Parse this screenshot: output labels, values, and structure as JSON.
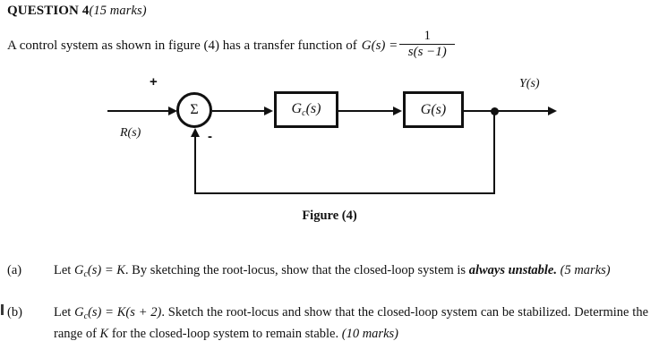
{
  "header": {
    "question_label": "QUESTION 4",
    "marks": "(15 marks)"
  },
  "intro": {
    "text_before": "A control system as shown in figure (4) has a transfer function of",
    "transfer_function": {
      "lhs": "G(s) =",
      "numerator": "1",
      "denominator": "s(s −1)"
    }
  },
  "diagram": {
    "input_label": "R(s)",
    "output_label": "Y(s)",
    "summing_junction_symbol": "Σ",
    "plus_sign": "+",
    "minus_sign": "-",
    "controller_block": {
      "main": "G",
      "sub": "c",
      "arg": "(s)"
    },
    "plant_block": {
      "main": "G",
      "arg": "(s)"
    },
    "caption": "Figure (4)"
  },
  "parts": [
    {
      "marker": "(a)",
      "segments": [
        {
          "style": "normal",
          "text": "Let "
        },
        {
          "style": "math",
          "text": "G"
        },
        {
          "style": "sub",
          "text": "c"
        },
        {
          "style": "math",
          "text": "(s) = K"
        },
        {
          "style": "normal",
          "text": ". By sketching the root-locus, show that the closed-loop system is "
        },
        {
          "style": "bold-italic",
          "text": "always unstable."
        },
        {
          "style": "italic",
          "text": " (5 marks)"
        }
      ]
    },
    {
      "marker": "(b)",
      "segments": [
        {
          "style": "normal",
          "text": "Let "
        },
        {
          "style": "math",
          "text": "G"
        },
        {
          "style": "sub",
          "text": "c"
        },
        {
          "style": "math",
          "text": "(s) = K(s + 2)"
        },
        {
          "style": "normal",
          "text": ". Sketch the root-locus and show that the closed-loop system can be stabilized. Determine the range of "
        },
        {
          "style": "math",
          "text": "K"
        },
        {
          "style": "normal",
          "text": " for the closed-loop system to remain stable."
        },
        {
          "style": "italic",
          "text": " (10 marks)"
        }
      ]
    }
  ],
  "colors": {
    "ink": "#111111",
    "page": "#ffffff"
  }
}
